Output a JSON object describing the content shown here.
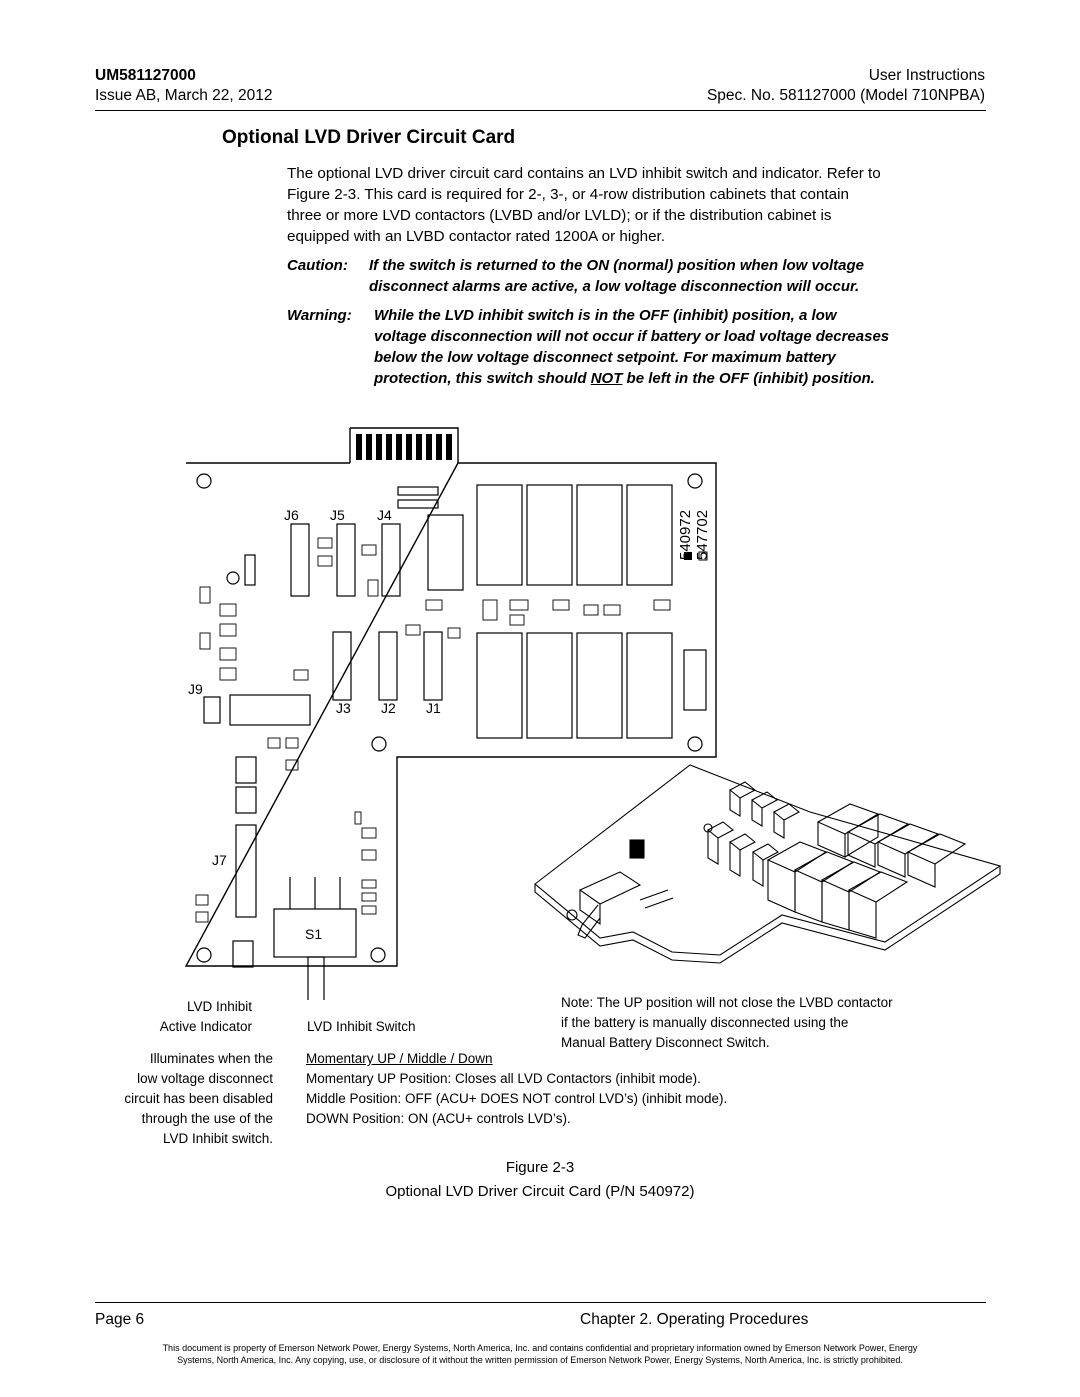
{
  "header": {
    "doc_id": "UM581127000",
    "issue": "Issue AB, March 22, 2012",
    "doc_type": "User Instructions",
    "spec": "Spec. No. 581127000 (Model 710NPBA)"
  },
  "section": {
    "title": "Optional LVD Driver Circuit Card",
    "paragraph_lines": [
      "The optional LVD driver circuit card contains an LVD inhibit switch and indicator.  Refer to",
      "Figure 2-3.  This card is required for 2-, 3-, or 4-row distribution cabinets that contain",
      "three or more LVD contactors (LVBD and/or LVLD); or if the distribution cabinet is",
      "equipped with an LVBD contactor rated 1200A or higher."
    ],
    "caution": {
      "label": "Caution:",
      "lines": [
        "If the switch is returned to the ON (normal) position when low voltage",
        "disconnect alarms are active, a low voltage disconnection will occur."
      ]
    },
    "warning": {
      "label": "Warning:",
      "lines": [
        "While the LVD inhibit switch is in the OFF (inhibit) position, a low",
        "voltage disconnection will not occur if battery or load voltage decreases",
        "below the low voltage disconnect setpoint.  For maximum battery"
      ],
      "last_line_pre": "protection, this switch should ",
      "last_line_emph": "NOT",
      "last_line_post": " be left in the OFF (inhibit) position."
    }
  },
  "figure": {
    "connectors": {
      "j6": "J6",
      "j5": "J5",
      "j4": "J4",
      "j9": "J9",
      "j3": "J3",
      "j2": "J2",
      "j1": "J1",
      "j7": "J7",
      "s1": "S1"
    },
    "part_numbers": [
      "540972",
      "547702"
    ],
    "indicator_label_lines": [
      "LVD Inhibit",
      "Active Indicator"
    ],
    "switch_label": "LVD Inhibit Switch",
    "indicator_desc_lines": [
      "Illuminates when the",
      "low voltage disconnect",
      "circuit has been disabled",
      "through the use of the",
      "LVD Inhibit switch."
    ],
    "note_lines": [
      "Note: The UP position will not close the LVBD contactor",
      "if the battery is manually disconnected using the",
      "Manual Battery Disconnect Switch."
    ],
    "switch_modes_title": "Momentary UP / Middle / Down",
    "switch_modes": [
      "Momentary UP Position: Closes all LVD Contactors (inhibit mode).",
      "Middle Position: OFF (ACU+ DOES NOT control LVD’s) (inhibit mode).",
      "DOWN Position: ON (ACU+ controls LVD’s)."
    ],
    "caption_number": "Figure 2-3",
    "caption_title": "Optional LVD Driver Circuit Card (P/N 540972)"
  },
  "footer": {
    "page": "Page 6",
    "chapter": "Chapter 2. Operating Procedures",
    "legal_lines": [
      "This document is property of Emerson Network Power, Energy Systems, North America, Inc. and contains confidential and proprietary information owned by Emerson Network Power, Energy",
      "Systems, North America, Inc.  Any copying, use, or disclosure of it without the written permission of Emerson Network Power, Energy Systems, North America, Inc. is strictly prohibited."
    ]
  }
}
